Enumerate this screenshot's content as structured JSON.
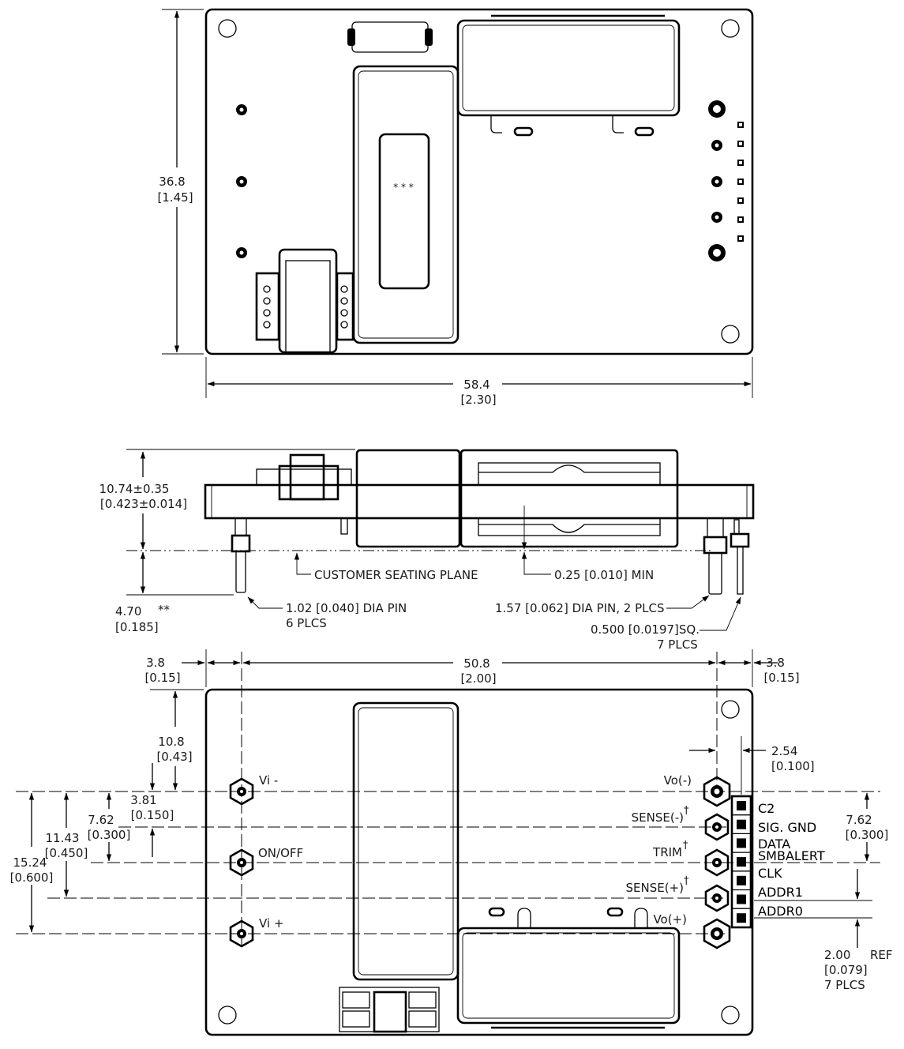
{
  "top_view": {
    "height_dim": {
      "mm": "36.8",
      "in": "[1.45]"
    },
    "width_dim": {
      "mm": "58.4",
      "in": "[2.30]"
    },
    "label_marks": "* * *"
  },
  "side_view": {
    "height_dim": {
      "mm": "10.74±0.35",
      "in": "[0.423±0.014]"
    },
    "pin_length_dim": {
      "mm": "4.70",
      "note": "**",
      "in": "[0.185]"
    },
    "seating_plane_label": "CUSTOMER SEATING PLANE",
    "clearance_label": "0.25 [0.010] MIN",
    "pin_small_label_1": "1.02 [0.040] DIA PIN",
    "pin_small_label_2": "6 PLCS",
    "pin_large_label": "1.57 [0.062] DIA PIN, 2 PLCS",
    "signal_pin_label_1": "0.500 [0.0197]SQ.",
    "signal_pin_label_2": "7 PLCS"
  },
  "bottom_view": {
    "left_edge_dim": {
      "mm": "3.8",
      "in": "[0.15]"
    },
    "pin_span_dim": {
      "mm": "50.8",
      "in": "[2.00]"
    },
    "right_edge_dim": {
      "mm": "3.8",
      "in": "[0.15]"
    },
    "top_to_pin_dim": {
      "mm": "10.8",
      "in": "[0.43]"
    },
    "signal_offset_dim": {
      "mm": "2.54",
      "in": "[0.100]"
    },
    "dim_3_81": {
      "mm": "3.81",
      "in": "[0.150]"
    },
    "dim_7_62_left": {
      "mm": "7.62",
      "in": "[0.300]"
    },
    "dim_11_43": {
      "mm": "11.43",
      "in": "[0.450]"
    },
    "dim_15_24": {
      "mm": "15.24",
      "in": "[0.600]"
    },
    "dim_7_62_right": {
      "mm": "7.62",
      "in": "[0.300]"
    },
    "pitch_dim": {
      "mm": "2.00",
      "ref": "REF",
      "in": "[0.079]",
      "count": "7 PLCS"
    },
    "input_pins": [
      "Vi -",
      "ON/OFF",
      "Vi +"
    ],
    "output_pins": [
      "Vo(-)",
      "SENSE(-)",
      "TRIM",
      "SENSE(+)",
      "Vo(+)"
    ],
    "dagger": "†",
    "signal_pins": [
      "C2",
      "SIG. GND",
      "DATA",
      "SMBALERT",
      "CLK",
      "ADDR1",
      "ADDR0"
    ]
  }
}
